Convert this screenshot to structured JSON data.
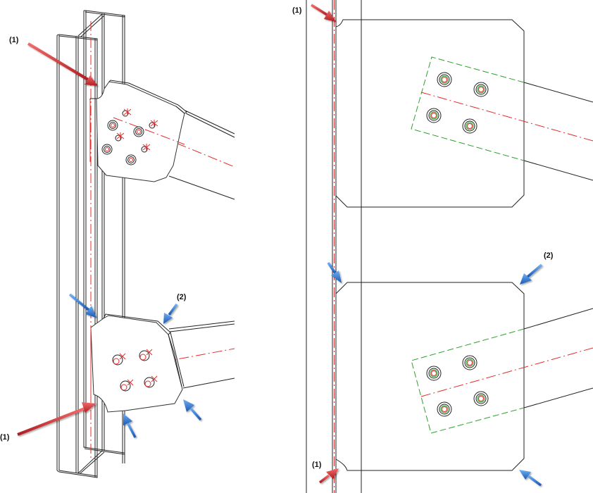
{
  "figure": {
    "title": "Steel column connection plate with notch and chamfer",
    "left_view": "isometric-3d",
    "right_view": "elevation-2d"
  },
  "labels": {
    "notch": "(1)",
    "chamfer": "(2)"
  },
  "colors": {
    "notch_arrow": "#d8262b",
    "chamfer_arrow": "#1f6fd1",
    "axis_line": "#e52b2b",
    "beam_outline": "#2ca02c",
    "outline": "#222222"
  },
  "callouts": [
    {
      "id": "notch-top-3d",
      "label": "(1)",
      "arrow": "red"
    },
    {
      "id": "notch-bottom-3d",
      "label": "(1)",
      "arrow": "red"
    },
    {
      "id": "chamfer-3d",
      "label": "(2)",
      "arrow": "blue"
    },
    {
      "id": "notch-top-2d",
      "label": "(1)",
      "arrow": "red"
    },
    {
      "id": "notch-bottom-2d",
      "label": "(1)",
      "arrow": "red"
    },
    {
      "id": "chamfer-2d",
      "label": "(2)",
      "arrow": "blue"
    }
  ],
  "bolts": {
    "upper_plate_bolt_count": 4,
    "lower_plate_bolt_count": 4,
    "upper_3d_hole_count": 4
  }
}
